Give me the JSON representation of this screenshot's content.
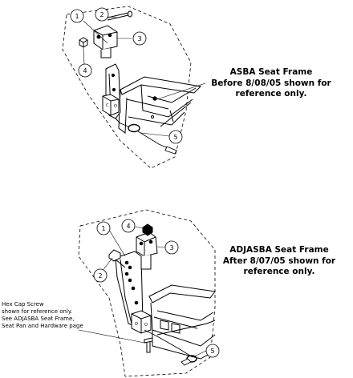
{
  "diagram_top": {
    "title": "ASBA Seat Frame",
    "subtitle_line1": "Before 8/08/05 shown for",
    "subtitle_line2": "reference only.",
    "callouts": [
      "1",
      "2",
      "3",
      "4",
      "5"
    ]
  },
  "diagram_bottom": {
    "title": "ADJASBA Seat Frame",
    "subtitle_line1": "After 8/07/05 shown for",
    "subtitle_line2": "reference only.",
    "callouts": [
      "1",
      "2",
      "3",
      "4",
      "5"
    ]
  },
  "side_note": {
    "line1": "Hex Cap Screw",
    "line2": "shown for reference only.",
    "line3": "See ADJASBA Seat Frame,",
    "line4": "Seat Pan and Hardware page"
  }
}
